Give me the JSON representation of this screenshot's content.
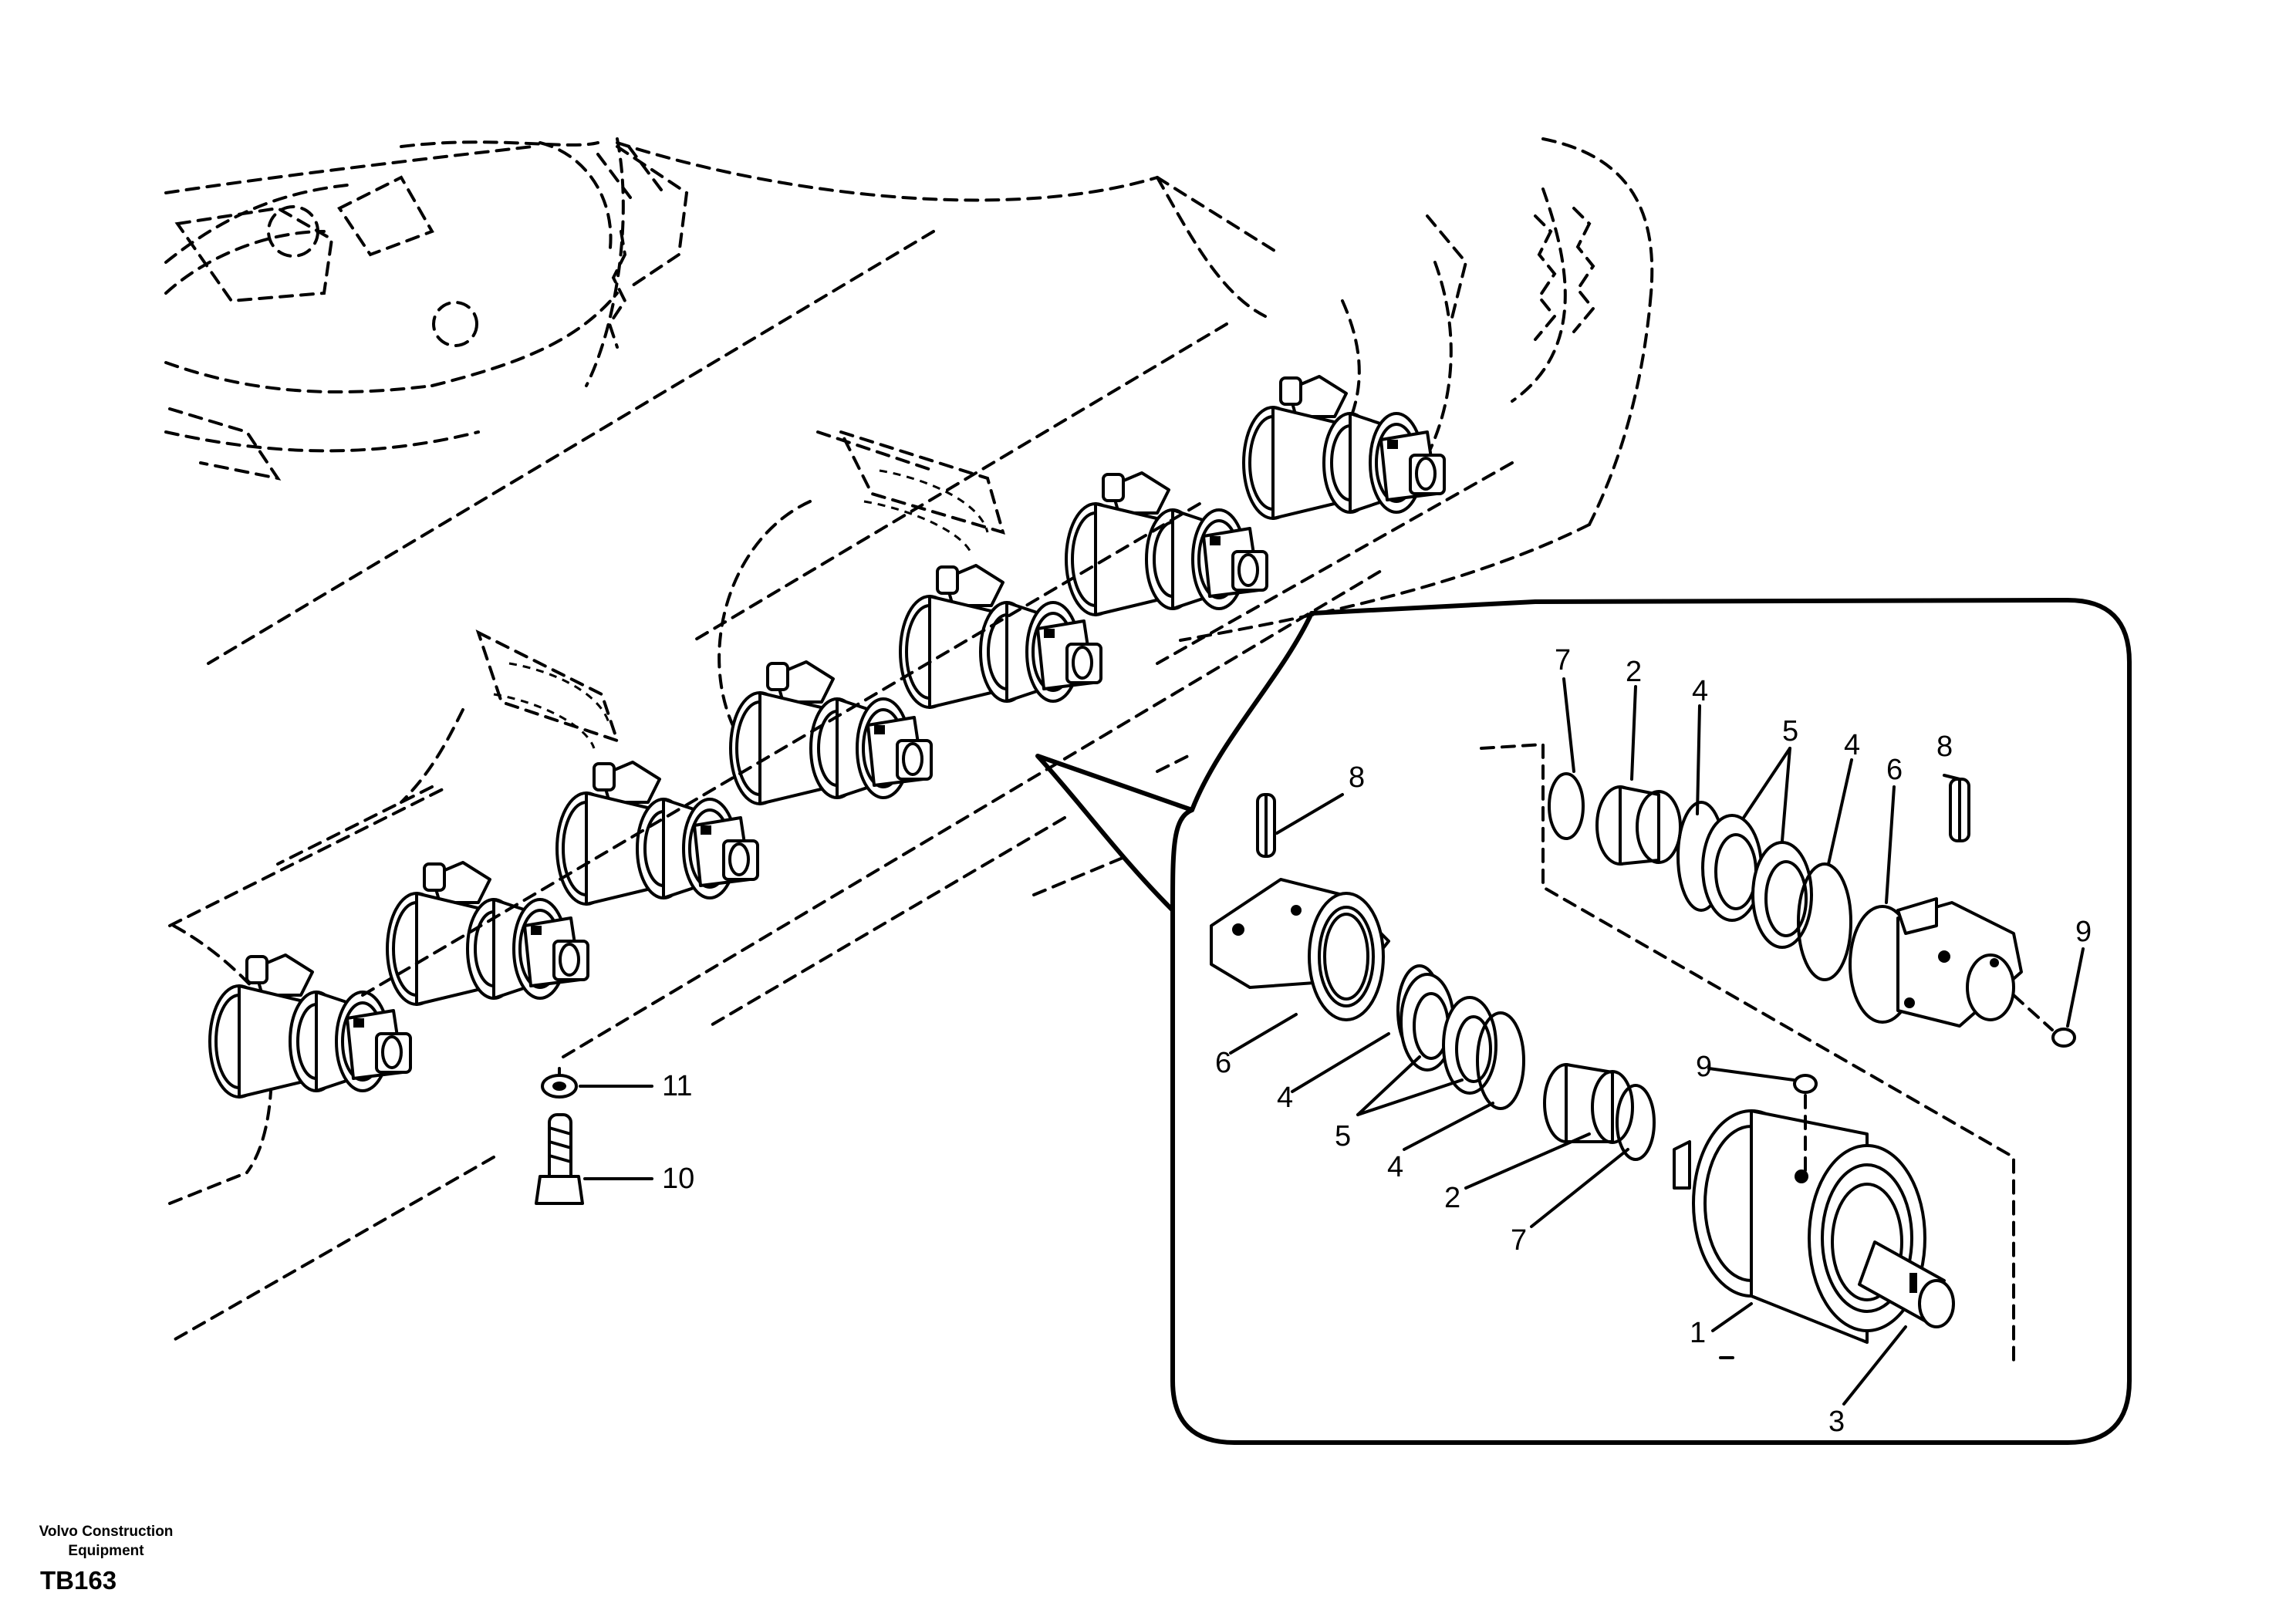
{
  "footer": {
    "maker_line_1": "Volvo Construction",
    "maker_line_2": "Equipment",
    "drawing_id": "TB163"
  },
  "callouts": {
    "n1": "1",
    "n2": "2",
    "n3": "3",
    "n4": "4",
    "n5": "5",
    "n6": "6",
    "n7": "7",
    "n8": "8",
    "n9": "9",
    "n10": "10",
    "n11": "11"
  }
}
